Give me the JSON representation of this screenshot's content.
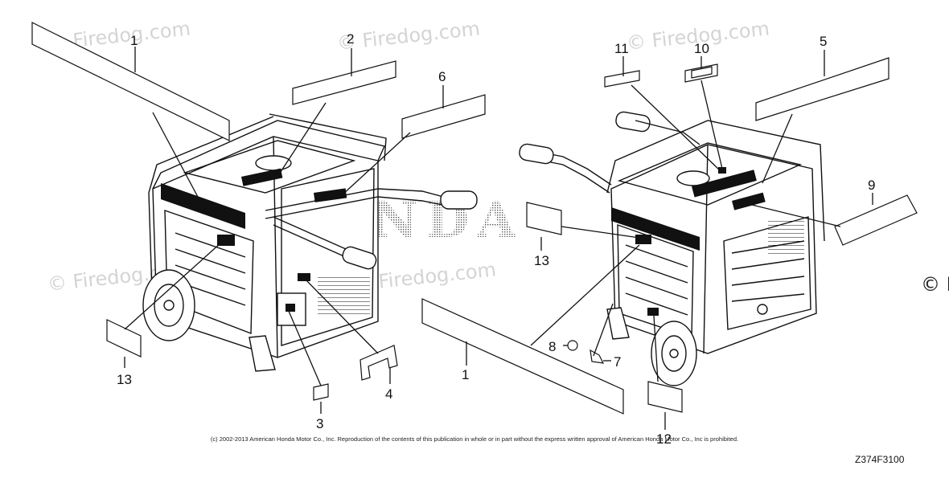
{
  "watermarks": [
    {
      "text": "© Firedog.com"
    },
    {
      "text": "© Firedog.com"
    },
    {
      "text": "© Firedog.com"
    },
    {
      "text": "© Firedog.com"
    },
    {
      "text": "© Firedog.com"
    },
    {
      "text": "© F"
    }
  ],
  "brand_text": "HONDA",
  "callouts": {
    "c1_left": "1",
    "c2": "2",
    "c6": "6",
    "c11": "11",
    "c10": "10",
    "c5": "5",
    "c9": "9",
    "c13_left": "13",
    "c13_mid": "13",
    "c3": "3",
    "c4": "4",
    "c1_mid": "1",
    "c8": "8",
    "c7": "7",
    "c12": "12"
  },
  "copyright": "(c) 2002-2013 American Honda Motor Co., Inc. Reproduction of the contents of this publication in whole or in part without the express written approval of American Honda Motor Co., Inc is prohibited.",
  "part_number": "Z374F3100",
  "colors": {
    "ink": "#111111",
    "watermark": "#d4d4d4",
    "background": "#ffffff"
  }
}
